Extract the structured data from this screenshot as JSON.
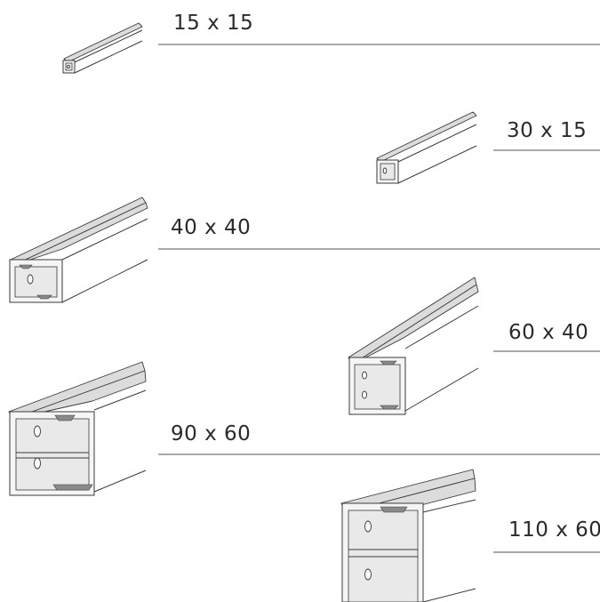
{
  "sizes": [
    {
      "label": "15 x 15"
    },
    {
      "label": "30 x 15"
    },
    {
      "label": "40 x 40"
    },
    {
      "label": "60 x 40"
    },
    {
      "label": "90 x 60"
    },
    {
      "label": "110 x 60"
    }
  ],
  "colors": {
    "rule": "#a9a9a9",
    "text": "#2a2a2a",
    "outline": "#3a3a3a",
    "duct_top": "#dcdcdc",
    "duct_face": "#f5f5f5"
  }
}
